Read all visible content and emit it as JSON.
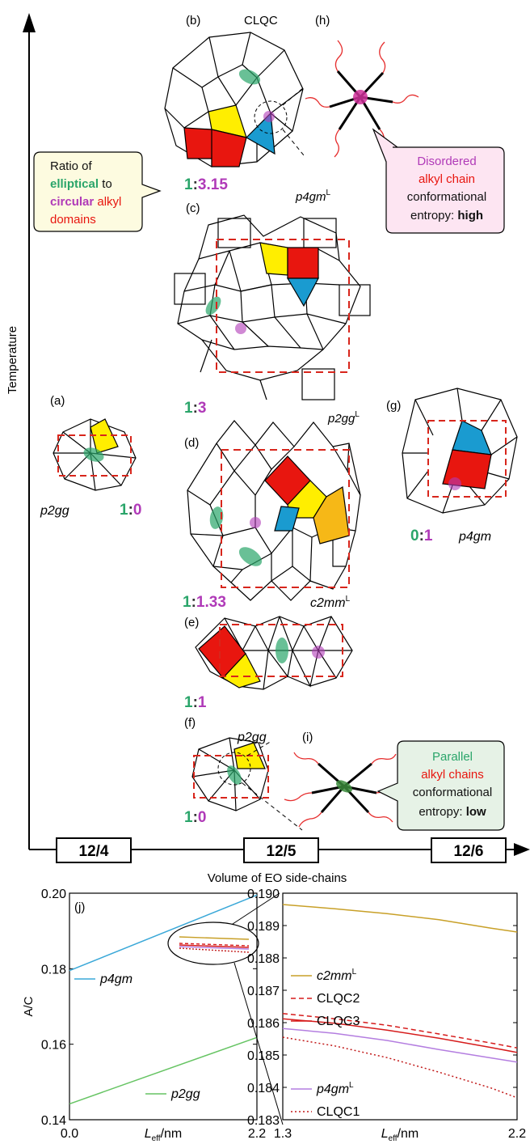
{
  "axes": {
    "y_label": "Temperature",
    "x_label": "Volume of EO side-chains",
    "x_boxes": [
      "12/4",
      "12/5",
      "12/6"
    ]
  },
  "panels": {
    "a": "(a)",
    "b": "(b)",
    "c": "(c)",
    "d": "(d)",
    "e": "(e)",
    "f": "(f)",
    "g": "(g)",
    "h": "(h)",
    "i": "(i)"
  },
  "symmetry": {
    "clqc": "CLQC",
    "p4gm_L": "p4gm",
    "p2gg_L": "p2gg",
    "c2mm_L": "c2mm",
    "p2gg_a": "p2gg",
    "p2gg_f": "p2gg",
    "p4gm_g": "p4gm",
    "superscript": "L"
  },
  "ratios": {
    "b": {
      "left": "1",
      "sep": ":",
      "right": "3.15"
    },
    "c": {
      "left": "1",
      "sep": ":",
      "right": "3"
    },
    "a": {
      "left": "1",
      "sep": ":",
      "right": "0"
    },
    "g": {
      "left": "0",
      "sep": ":",
      "right": "1"
    },
    "d": {
      "left": "1",
      "sep": ":",
      "right": "1.33"
    },
    "e": {
      "left": "1",
      "sep": ":",
      "right": "1"
    },
    "f": {
      "left": "1",
      "sep": ":",
      "right": "0"
    }
  },
  "callouts": {
    "ratio": {
      "l1": "Ratio of",
      "l2a": "elliptical",
      "l2b": " to",
      "l3a": "circular",
      "l3b": " alkyl",
      "l4": "domains"
    },
    "disordered": {
      "l1": "Disordered",
      "l2": "alkyl chain",
      "l3": "conformational",
      "l4a": "entropy: ",
      "l4b": "high"
    },
    "parallel": {
      "l1": "Parallel",
      "l2": "alkyl chains",
      "l3": "conformational",
      "l4a": "entropy: ",
      "l4b": "low"
    }
  },
  "colors": {
    "green": "#2aa56a",
    "purple": "#b03ab8",
    "red": "#e8160f",
    "yellow": "#ffee00",
    "blue": "#1a9bd0",
    "orange": "#f6b817",
    "dash": "#d8261c",
    "callout_ratio_bg": "#fdfbe0",
    "callout_dis_bg": "#fde5f2",
    "callout_par_bg": "#e6f2e6"
  },
  "chart_data": [
    {
      "type": "line",
      "panel_label": "(j)",
      "xlabel": "L_eff/nm",
      "ylabel": "A/C",
      "xlim": [
        0.0,
        2.2
      ],
      "ylim": [
        0.14,
        0.2
      ],
      "xticks": [
        "0.0",
        "2.2"
      ],
      "yticks": [
        "0.14",
        "0.16",
        "0.18",
        "0.20"
      ],
      "series": [
        {
          "name": "p4gm",
          "color": "#3aa8d8",
          "dash": "solid",
          "x": [
            0.0,
            2.2
          ],
          "y": [
            0.1795,
            0.1995
          ]
        },
        {
          "name": "p2gg",
          "color": "#66c463",
          "dash": "solid",
          "x": [
            0.0,
            2.2
          ],
          "y": [
            0.1442,
            0.1618
          ]
        }
      ]
    },
    {
      "type": "line",
      "xlabel": "L_eff/nm",
      "xlim": [
        1.3,
        2.2
      ],
      "ylim": [
        0.183,
        0.19
      ],
      "xticks": [
        "1.3",
        "2.2"
      ],
      "yticks": [
        "0.183",
        "0.184",
        "0.185",
        "0.186",
        "0.187",
        "0.188",
        "0.189",
        "0.190"
      ],
      "series": [
        {
          "name": "c2mm",
          "sup": "L",
          "color": "#c8a028",
          "dash": "solid",
          "x": [
            1.3,
            1.5,
            1.7,
            1.9,
            2.1,
            2.2
          ],
          "y": [
            0.18965,
            0.18952,
            0.18937,
            0.18918,
            0.18892,
            0.1888
          ]
        },
        {
          "name": "CLQC2",
          "color": "#d61c1c",
          "dash": "dashed",
          "x": [
            1.3,
            1.5,
            1.7,
            1.9,
            2.1,
            2.2
          ],
          "y": [
            0.18628,
            0.18612,
            0.18592,
            0.18565,
            0.18537,
            0.18522
          ]
        },
        {
          "name": "CLQC3",
          "color": "#d61c1c",
          "dash": "solid",
          "x": [
            1.3,
            1.5,
            1.7,
            1.9,
            2.1,
            2.2
          ],
          "y": [
            0.18612,
            0.18598,
            0.18577,
            0.18552,
            0.18523,
            0.18508
          ]
        },
        {
          "name": "p4gm",
          "sup": "L",
          "color": "#b47ee0",
          "dash": "solid",
          "x": [
            1.3,
            1.5,
            1.7,
            1.9,
            2.1,
            2.2
          ],
          "y": [
            0.18582,
            0.18567,
            0.18545,
            0.18517,
            0.18491,
            0.18478
          ]
        },
        {
          "name": "CLQC1",
          "color": "#c21a1a",
          "dash": "dotted",
          "x": [
            1.3,
            1.5,
            1.7,
            1.9,
            2.1,
            2.2
          ],
          "y": [
            0.18555,
            0.18528,
            0.18492,
            0.18447,
            0.18398,
            0.18368
          ]
        }
      ]
    }
  ]
}
